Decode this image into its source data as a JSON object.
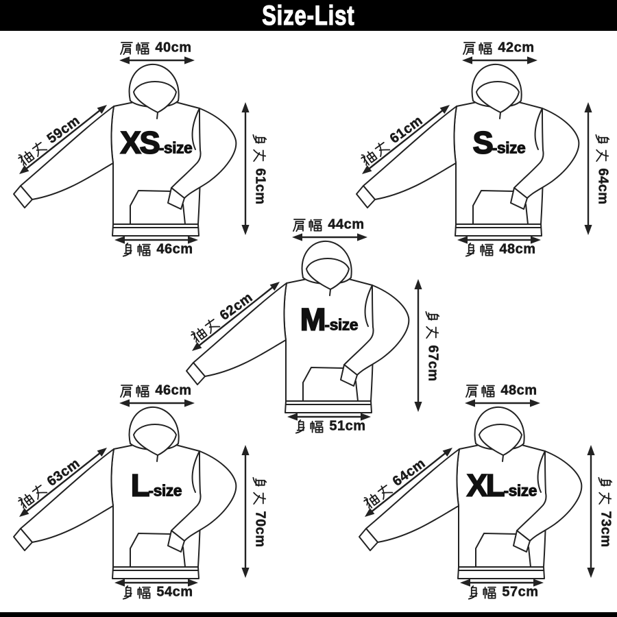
{
  "title": "Size-List",
  "colors": {
    "banner_bg": "#000000",
    "banner_text": "#ffffff",
    "line": "#222222",
    "background": "#ffffff",
    "label_text": "#1a1a1a"
  },
  "measure_names": {
    "shoulder": "肩幅",
    "sleeve": "袖丈",
    "length": "身丈",
    "width": "身幅"
  },
  "unit": "cm",
  "sizes": [
    {
      "id": "xs",
      "name": "XS",
      "suffix": "-size",
      "full_label": "XS-size",
      "shoulder": {
        "kanji": "肩幅",
        "cm": 40,
        "value": "40cm",
        "full": "肩幅 40cm"
      },
      "sleeve": {
        "kanji": "袖丈",
        "cm": 59,
        "value": "59cm",
        "full": "袖丈 59cm"
      },
      "length": {
        "kanji": "身丈",
        "cm": 61,
        "value": "61cm",
        "full": "身丈 61cm"
      },
      "width": {
        "kanji": "身幅",
        "cm": 46,
        "value": "46cm",
        "full": "身幅 46cm"
      }
    },
    {
      "id": "s",
      "name": "S",
      "suffix": "-size",
      "full_label": "S-size",
      "shoulder": {
        "kanji": "肩幅",
        "cm": 42,
        "value": "42cm",
        "full": "肩幅 42cm"
      },
      "sleeve": {
        "kanji": "袖丈",
        "cm": 61,
        "value": "61cm",
        "full": "袖丈 61cm"
      },
      "length": {
        "kanji": "身丈",
        "cm": 64,
        "value": "64cm",
        "full": "身丈 64cm"
      },
      "width": {
        "kanji": "身幅",
        "cm": 48,
        "value": "48cm",
        "full": "身幅 48cm"
      }
    },
    {
      "id": "m",
      "name": "M",
      "suffix": "-size",
      "full_label": "M-size",
      "shoulder": {
        "kanji": "肩幅",
        "cm": 44,
        "value": "44cm",
        "full": "肩幅 44cm"
      },
      "sleeve": {
        "kanji": "袖丈",
        "cm": 62,
        "value": "62cm",
        "full": "袖丈 62cm"
      },
      "length": {
        "kanji": "身丈",
        "cm": 67,
        "value": "67cm",
        "full": "身丈 67cm"
      },
      "width": {
        "kanji": "身幅",
        "cm": 51,
        "value": "51cm",
        "full": "身幅 51cm"
      }
    },
    {
      "id": "l",
      "name": "L",
      "suffix": "-size",
      "full_label": "L-size",
      "shoulder": {
        "kanji": "肩幅",
        "cm": 46,
        "value": "46cm",
        "full": "肩幅 46cm"
      },
      "sleeve": {
        "kanji": "袖丈",
        "cm": 63,
        "value": "63cm",
        "full": "袖丈 63cm"
      },
      "length": {
        "kanji": "身丈",
        "cm": 70,
        "value": "70cm",
        "full": "身丈 70cm"
      },
      "width": {
        "kanji": "身幅",
        "cm": 54,
        "value": "54cm",
        "full": "身幅 54cm"
      }
    },
    {
      "id": "xl",
      "name": "XL",
      "suffix": "-size",
      "full_label": "XL-size",
      "shoulder": {
        "kanji": "肩幅",
        "cm": 48,
        "value": "48cm",
        "full": "肩幅 48cm"
      },
      "sleeve": {
        "kanji": "袖丈",
        "cm": 64,
        "value": "64cm",
        "full": "袖丈 64cm"
      },
      "length": {
        "kanji": "身丈",
        "cm": 73,
        "value": "73cm",
        "full": "身丈 73cm"
      },
      "width": {
        "kanji": "身幅",
        "cm": 57,
        "value": "57cm",
        "full": "身幅 57cm"
      }
    }
  ]
}
